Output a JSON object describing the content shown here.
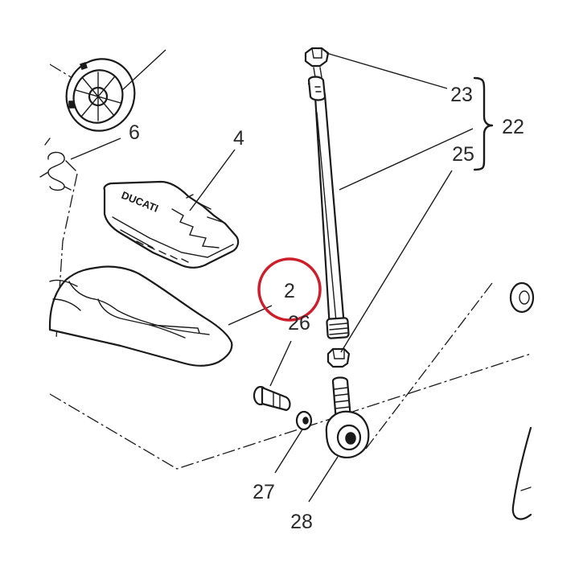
{
  "callouts": {
    "c2": "2",
    "c4": "4",
    "c6": "6",
    "c22": "22",
    "c23": "23",
    "c25": "25",
    "c26": "26",
    "c27": "27",
    "c28": "28"
  },
  "footpeg_logo": "DUCATI",
  "colors": {
    "line": "#1a1a1a",
    "highlight": "#cc1f2b",
    "label": "#2a2a2a"
  }
}
